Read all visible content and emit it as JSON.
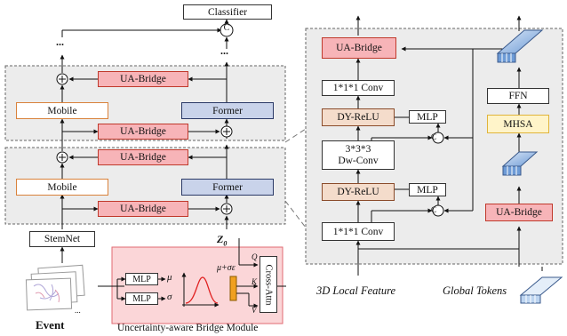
{
  "left": {
    "classifier": "Classifier",
    "ua_bridge": "UA-Bridge",
    "mobile": "Mobile",
    "former": "Former",
    "stemnet": "StemNet",
    "z0": "Z",
    "z0_sub": "0",
    "event": "Event",
    "dots": "...",
    "concat_symbol": "C",
    "plus_symbol": "+"
  },
  "bridge_module": {
    "title": "Uncertainty-aware Bridge Module",
    "mlp": "MLP",
    "mu": "μ",
    "sigma": "σ",
    "reparam": "μ+σε",
    "q": "Q",
    "k": "K",
    "v": "V",
    "cross_attn": "Cross-Attn"
  },
  "right": {
    "ua_bridge": "UA-Bridge",
    "conv1": "1*1*1 Conv",
    "dyrelu": "DY-ReLU",
    "mlp": "MLP",
    "dwconv_line1": "3*3*3",
    "dwconv_line2": "Dw-Conv",
    "ffn": "FFN",
    "mhsa": "MHSA",
    "local_feature": "3D Local Feature",
    "global_tokens": "Global Tokens"
  }
}
